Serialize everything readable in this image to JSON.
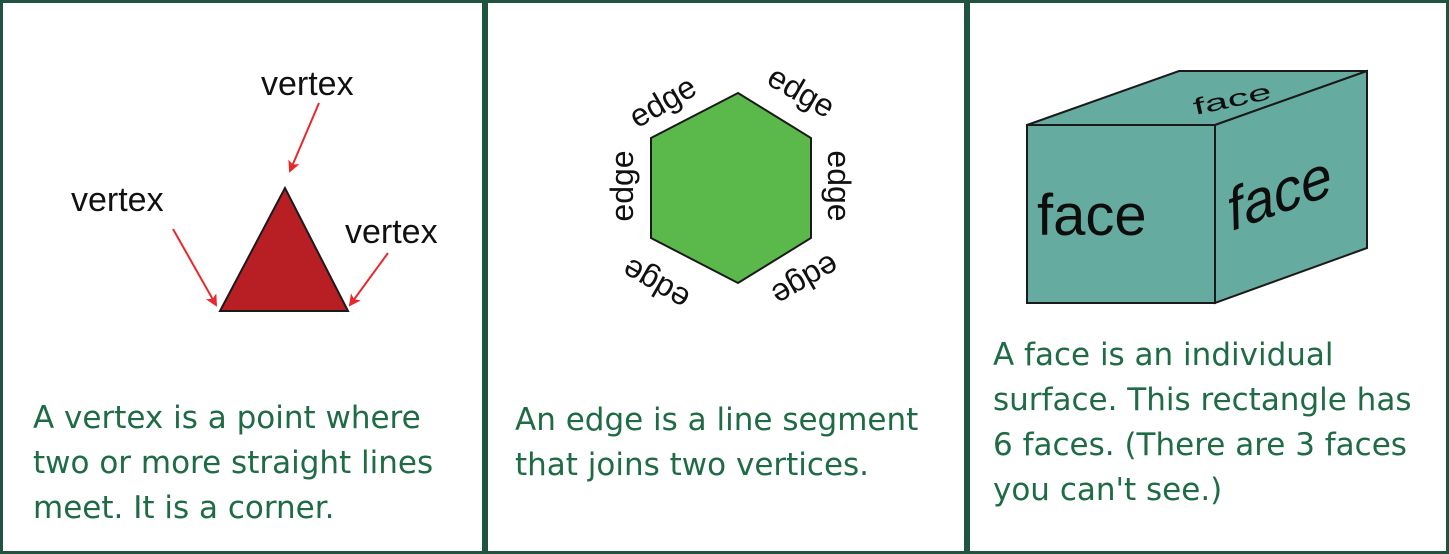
{
  "panels": [
    {
      "labels": {
        "top": "vertex",
        "left": "vertex",
        "right": "vertex"
      },
      "caption": "A vertex is a point where two or more straight lines meet. It is a corner."
    },
    {
      "edge_labels": [
        "edge",
        "edge",
        "edge",
        "edge",
        "edge",
        "edge"
      ],
      "caption": "An edge is a line segment that joins two vertices."
    },
    {
      "labels": {
        "front": "face",
        "side": "face",
        "top": "face"
      },
      "caption": "A face is an individual surface. This rectangle has 6 faces. (There are 3 faces you can't see.)"
    }
  ],
  "colors": {
    "border": "#1f5540",
    "caption_text": "#1e6b45",
    "triangle_fill": "#b71f25",
    "arrow": "#e8292b",
    "hexagon_fill": "#5bb94b",
    "prism_fill": "#66ab9f"
  }
}
